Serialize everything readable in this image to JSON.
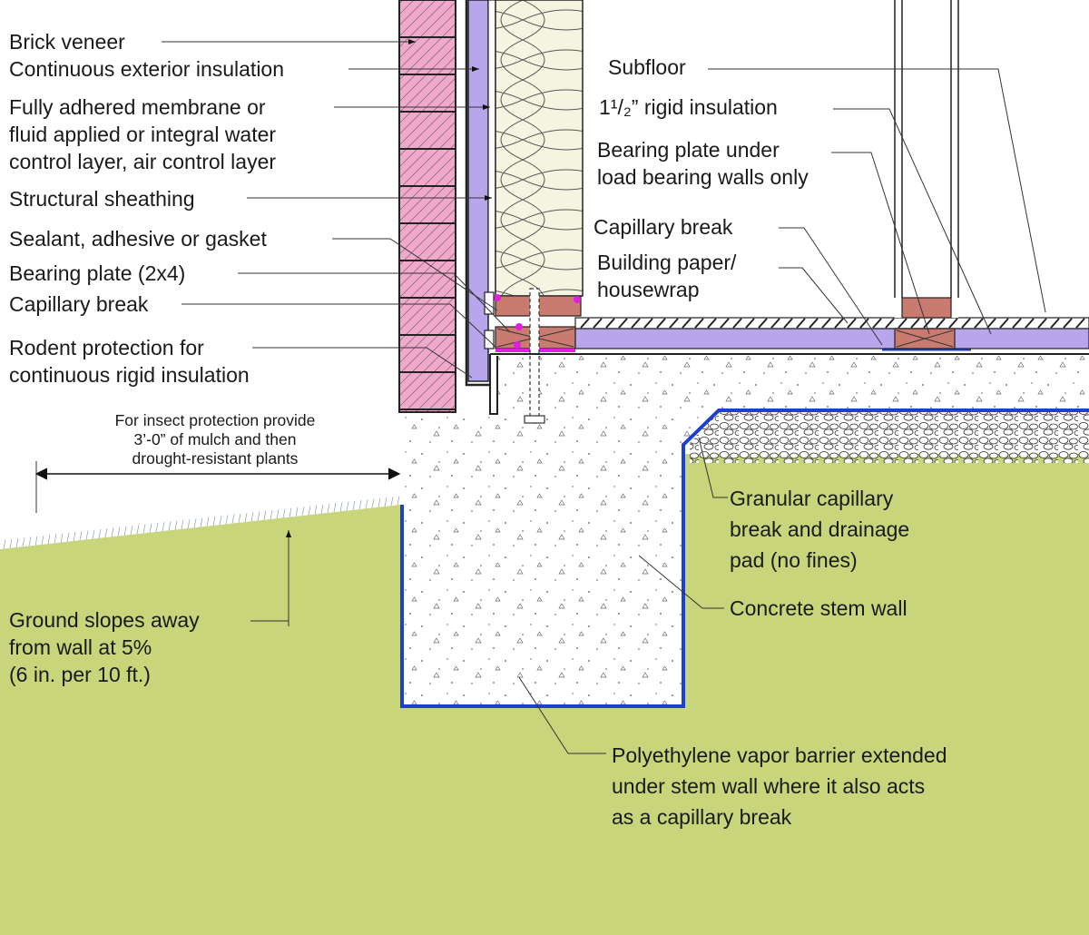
{
  "labels": {
    "brick_veneer": "Brick veneer",
    "exterior_insulation": "Continuous exterior insulation",
    "membrane": "Fully adhered membrane or\nfluid applied or integral water\ncontrol layer, air control layer",
    "sheathing": "Structural sheathing",
    "sealant": "Sealant, adhesive or gasket",
    "bearing_plate": "Bearing plate (2x4)",
    "capillary_break_left": "Capillary break",
    "rodent_protection": "Rodent protection for\ncontinuous rigid insulation",
    "insect_protection": "For insect protection provide\n3’-0” of mulch and then\ndrought-resistant plants",
    "ground_slope": "Ground slopes away\nfrom wall at 5%\n(6 in. per 10 ft.)",
    "subfloor": "Subfloor",
    "rigid_insulation": "1¹/₂” rigid insulation",
    "bearing_plate_under": "Bearing plate under\nload bearing walls only",
    "capillary_break_right": "Capillary break",
    "building_paper": "Building paper/\nhousewrap",
    "granular": "Granular capillary\nbreak and drainage\npad (no fines)",
    "stem_wall": "Concrete stem wall",
    "vapor_barrier": "Polyethylene vapor barrier extended\nunder stem wall where it also acts\nas a capillary break"
  },
  "colors": {
    "ground": "#c8d57a",
    "brick": "#f0a8cc",
    "insulation_purple": "#b7a6ec",
    "vapor_blue": "#1f3fd0",
    "sealant_magenta": "#e020e0",
    "wood": "#c97b70",
    "batt": "#f4f4e0"
  }
}
